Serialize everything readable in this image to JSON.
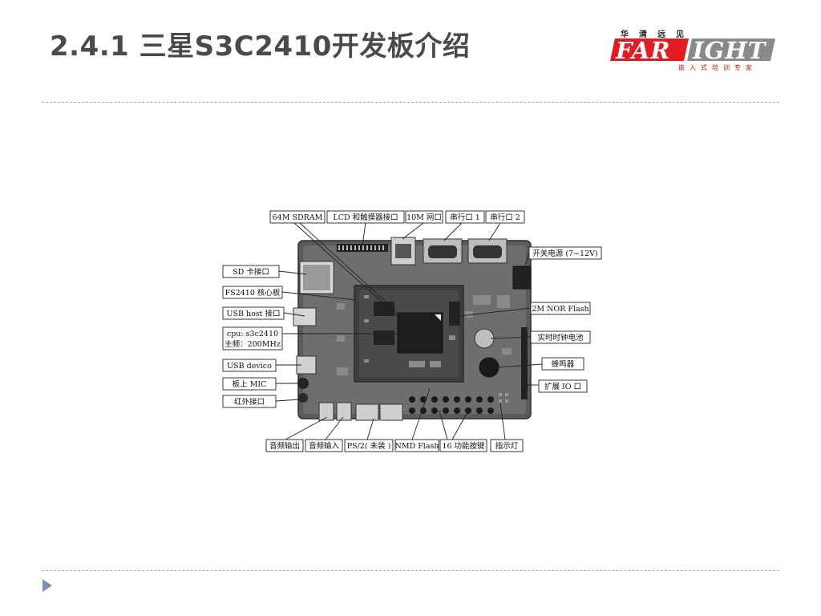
{
  "slide": {
    "title": "2.4.1  三星S3C2410开发板介绍"
  },
  "logo": {
    "top_text": "华清远见",
    "brand_left": "FAR",
    "brand_right": "IGHT",
    "tagline": "嵌入式培训专家"
  },
  "diagram": {
    "labels": {
      "sdram": "64M SDRAM",
      "lcd": "LCD 和触摸器接口",
      "net": "10M 网口",
      "serial1": "串行口 1",
      "serial2": "串行口 2",
      "power": "开关电源 (7~12V)",
      "sd": "SD 卡接口",
      "core": "FS2410 核心板",
      "usb_host": "USB host 接口",
      "cpu_line1": "cpu: s3c2410",
      "cpu_line2": "主频：200MHz",
      "usb_device": "USB devico",
      "mic": "板上 MIC",
      "ir": "红外接口",
      "nor": "2M NOR Flash",
      "rtc": "实时时钟电池",
      "buzzer": "蜂鸣器",
      "io": "扩展 IO 口",
      "audio_out": "音频输出",
      "audio_in": "音频输入",
      "ps2": "PS/2( 未装 )",
      "nand": "NMD Flash",
      "keys": "16 功能按键",
      "led": "指示灯"
    }
  }
}
